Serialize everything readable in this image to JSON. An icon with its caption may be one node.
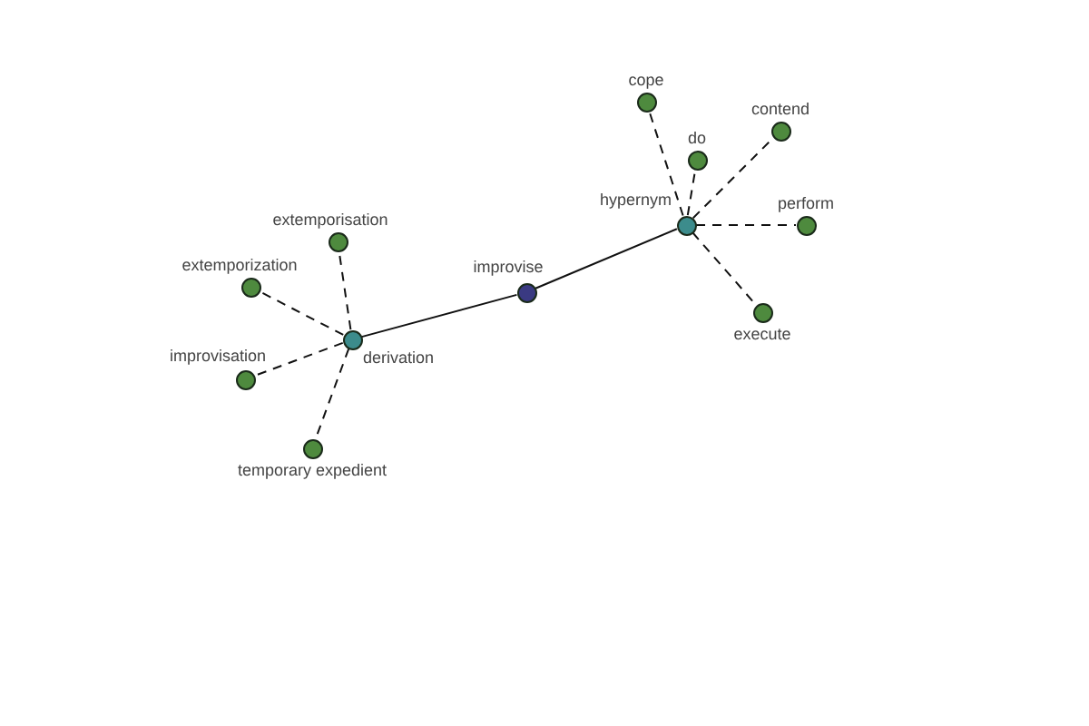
{
  "diagram": {
    "nodes": [
      {
        "text": [],
        "shape": "circle",
        "beside": [
          "improvise"
        ]
      },
      {
        "text": [],
        "shape": "circle",
        "beside": [
          "hypernym"
        ]
      },
      {
        "text": [],
        "shape": "circle",
        "beside": [
          "cope"
        ]
      },
      {
        "text": [],
        "shape": "circle",
        "beside": [
          "do"
        ]
      },
      {
        "text": [],
        "shape": "circle",
        "beside": [
          "contend"
        ]
      },
      {
        "text": [],
        "shape": "circle",
        "beside": [
          "perform"
        ]
      },
      {
        "text": [],
        "shape": "circle",
        "beside": [
          "execute"
        ]
      },
      {
        "text": [],
        "shape": "circle",
        "beside": [
          "derivation"
        ]
      },
      {
        "text": [],
        "shape": "circle",
        "beside": [
          "extemporisation"
        ]
      },
      {
        "text": [],
        "shape": "circle",
        "beside": [
          "extemporization"
        ]
      },
      {
        "text": [],
        "shape": "circle",
        "beside": [
          "improvisation"
        ]
      },
      {
        "text": [],
        "shape": "circle",
        "beside": [
          "temporary expedient"
        ]
      }
    ],
    "edges": [
      {
        "from": 0,
        "to": 1,
        "arrow": "none"
      },
      {
        "from": 0,
        "to": 7,
        "arrow": "none"
      },
      {
        "from": 1,
        "to": 2,
        "arrow": "none",
        "style": "dashed"
      },
      {
        "from": 1,
        "to": 3,
        "arrow": "none",
        "style": "dashed"
      },
      {
        "from": 1,
        "to": 4,
        "arrow": "none",
        "style": "dashed"
      },
      {
        "from": 1,
        "to": 5,
        "arrow": "none",
        "style": "dashed"
      },
      {
        "from": 1,
        "to": 6,
        "arrow": "none",
        "style": "dashed"
      },
      {
        "from": 7,
        "to": 8,
        "arrow": "none",
        "style": "dashed"
      },
      {
        "from": 7,
        "to": 9,
        "arrow": "none",
        "style": "dashed"
      },
      {
        "from": 7,
        "to": 10,
        "arrow": "none",
        "style": "dashed"
      },
      {
        "from": 7,
        "to": 11,
        "arrow": "none",
        "style": "dashed"
      }
    ]
  }
}
